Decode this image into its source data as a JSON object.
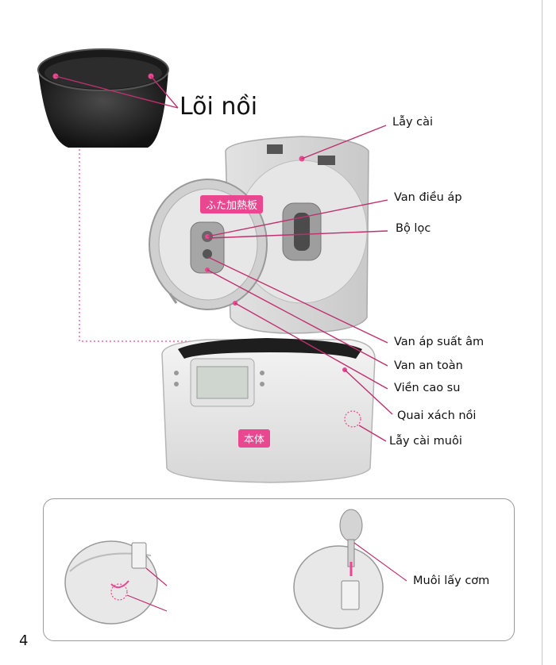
{
  "labels": {
    "inner_pot": "Lõi nồi",
    "lid_latch": "Lẫy cài",
    "pressure_valve": "Van điều áp",
    "filter": "Bộ lọc",
    "low_pressure_valve": "Van áp suất âm",
    "safety_valve": "Van an toàn",
    "rubber_gasket": "Viền cao su",
    "handle": "Quai xách nồi",
    "spatula_holder": "Lẫy cài muôi",
    "rice_spatula": "Muôi lấy cơm"
  },
  "tags": {
    "lid_plate": "ふた加熱板",
    "body": "本体"
  },
  "page_number": "4",
  "colors": {
    "accent": "#e9478f",
    "leader": "#c0306e"
  }
}
